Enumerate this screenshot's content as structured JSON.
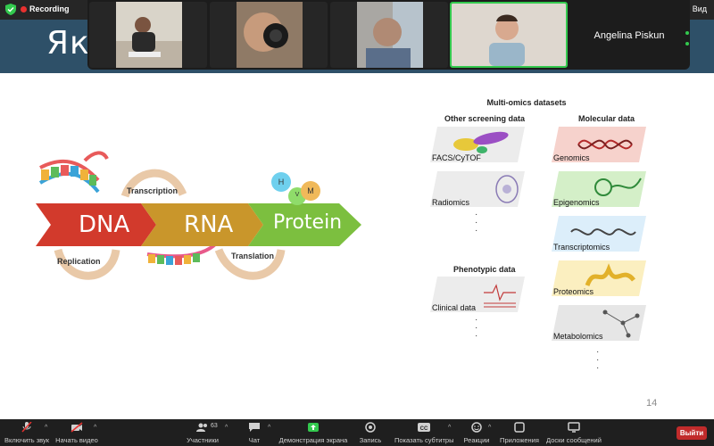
{
  "topbar": {
    "recording_label": "Recording",
    "view_label": "Вид"
  },
  "slide": {
    "header_title": "Як",
    "page_number": "14"
  },
  "video_strip": {
    "participant_name": "Angelina Piskun"
  },
  "dogma": {
    "dna_label": "DNA",
    "rna_label": "RNA",
    "protein_label": "Protein",
    "transcription_label": "Transcription",
    "translation_label": "Translation",
    "replication_label": "Replication",
    "molecules": [
      "H",
      "V",
      "M"
    ]
  },
  "omics": {
    "title": "Multi-omics datasets",
    "other_screening_title": "Other screening data",
    "molecular_title": "Molecular data",
    "phenotypic_title": "Phenotypic data",
    "screening_items": [
      "FACS/CyTOF",
      "Radiomics"
    ],
    "phenotypic_items": [
      "Clinical data"
    ],
    "molecular_items": [
      "Genomics",
      "Epigenomics",
      "Transcriptomics",
      "Proteomics",
      "Metabolomics"
    ]
  },
  "toolbar": {
    "unmute_label": "Включить звук",
    "start_video_label": "Начать видео",
    "participants_label": "Участники",
    "participants_count": "63",
    "chat_label": "Чат",
    "share_label": "Демонстрация экрана",
    "record_label": "Запись",
    "captions_label": "Показать субтитры",
    "reactions_label": "Реакции",
    "apps_label": "Приложения",
    "whiteboards_label": "Доски сообщений",
    "leave_label": "Выйти"
  },
  "colors": {
    "dna_arrow": "#d23a2c",
    "rna_arrow": "#c9962b",
    "protein_arrow": "#7cbf3f",
    "header_band": "#2e5068",
    "active_speaker": "#33c94e",
    "leave_button": "#c12b2b"
  }
}
